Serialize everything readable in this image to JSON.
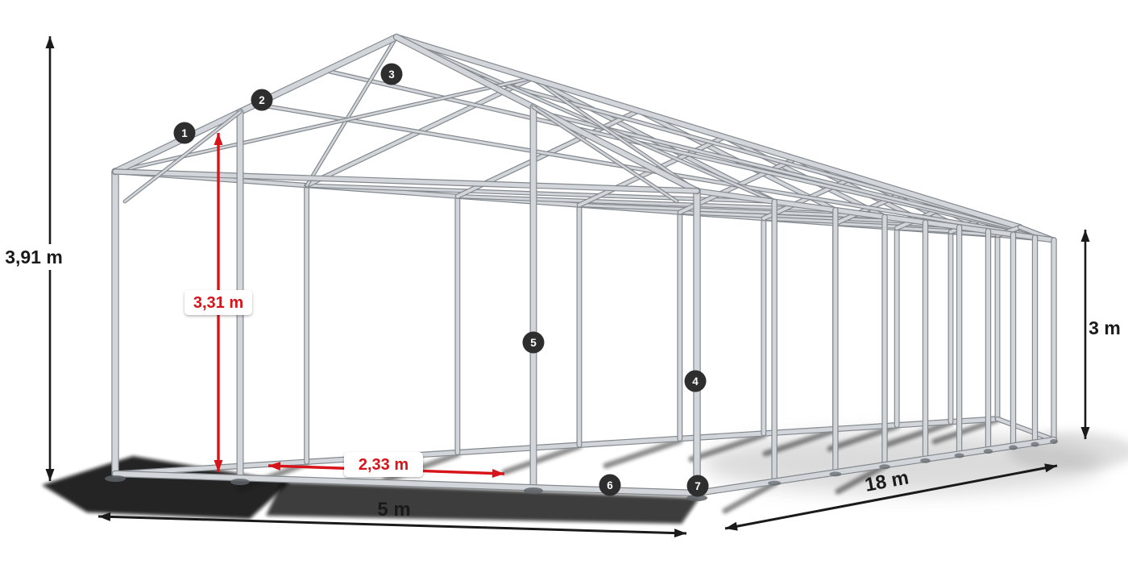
{
  "diagram": {
    "type": "tent-frame-dimension-diagram",
    "colors": {
      "frame_light": "#d2d6da",
      "frame_dark": "#83898e",
      "red": "#d7141a",
      "black": "#1a1a1a",
      "marker_bg": "#2e2e2e",
      "marker_text": "#ffffff"
    },
    "dimensions": {
      "total_height": {
        "label": "3,91 m",
        "color": "black"
      },
      "inner_height": {
        "label": "3,31 m",
        "color": "red"
      },
      "pole_spacing": {
        "label": "2,33 m",
        "color": "red"
      },
      "width": {
        "label": "5 m",
        "color": "black"
      },
      "length": {
        "label": "18 m",
        "color": "black"
      },
      "side_height": {
        "label": "3 m",
        "color": "black"
      }
    },
    "markers": [
      {
        "number": "1"
      },
      {
        "number": "2"
      },
      {
        "number": "3"
      },
      {
        "number": "4"
      },
      {
        "number": "5"
      },
      {
        "number": "6"
      },
      {
        "number": "7"
      }
    ]
  }
}
